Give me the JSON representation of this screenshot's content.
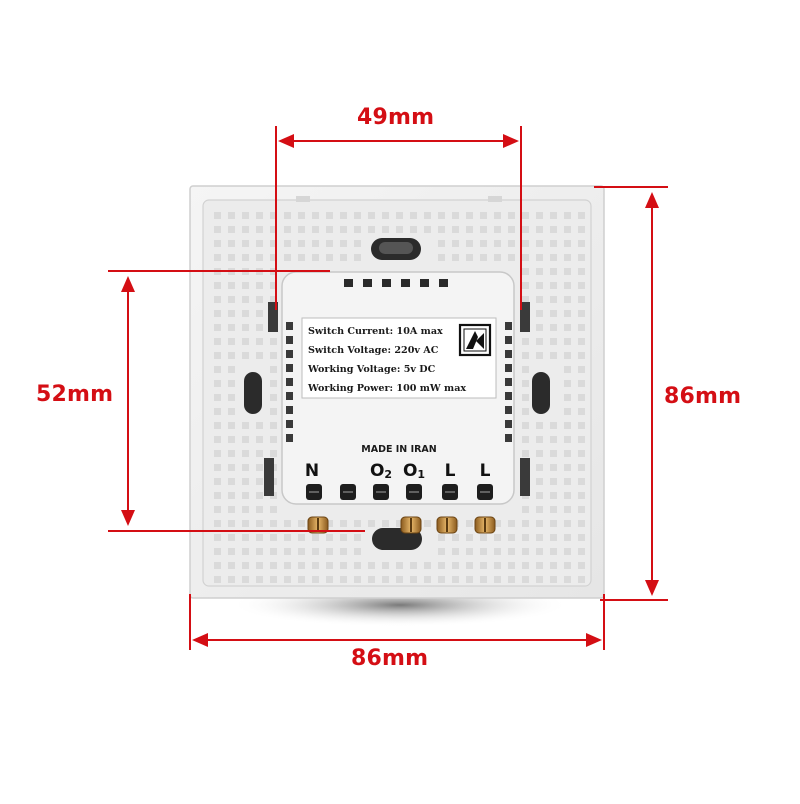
{
  "dimensions": {
    "module_width": "49mm",
    "module_height": "52mm",
    "plate_height": "86mm",
    "plate_width": "86mm"
  },
  "label": {
    "lines": [
      "Switch Current: 10A max",
      "Switch Voltage: 220v AC",
      "Working Voltage: 5v DC",
      "Working Power: 100 mW max"
    ],
    "origin": "MADE IN IRAN"
  },
  "terminals": [
    {
      "main": "N",
      "sub": ""
    },
    {
      "main": "O",
      "sub": "2"
    },
    {
      "main": "O",
      "sub": "1"
    },
    {
      "main": "L",
      "sub": ""
    },
    {
      "main": "L",
      "sub": ""
    }
  ],
  "colors": {
    "dimension": "#d40e14",
    "plate": "#efefef",
    "module": "#f4f4f4"
  }
}
